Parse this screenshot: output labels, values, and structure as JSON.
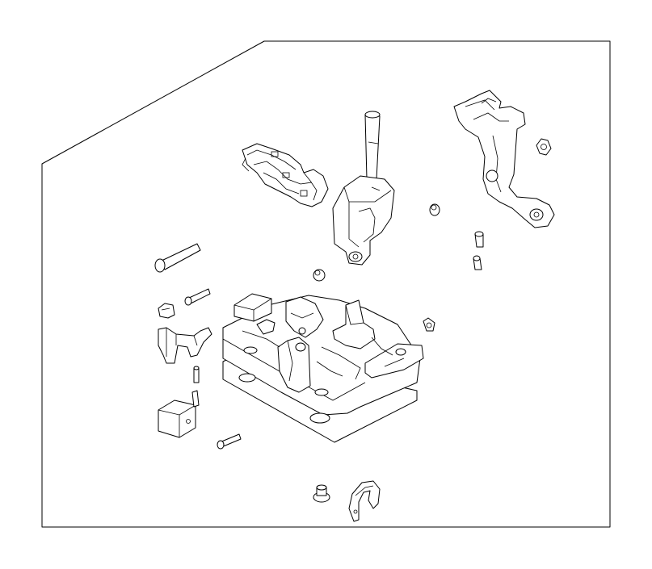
{
  "diagram": {
    "colors": {
      "line": "#000000",
      "background": "#ffffff"
    },
    "parts": [
      "frame-border",
      "selector-lever-shaft",
      "detent-spring-bracket",
      "cable-bracket",
      "position-sensor",
      "long-pin",
      "short-pin",
      "bushing",
      "base-plate-assembly",
      "solenoid-block",
      "clip",
      "nut",
      "washer"
    ]
  }
}
